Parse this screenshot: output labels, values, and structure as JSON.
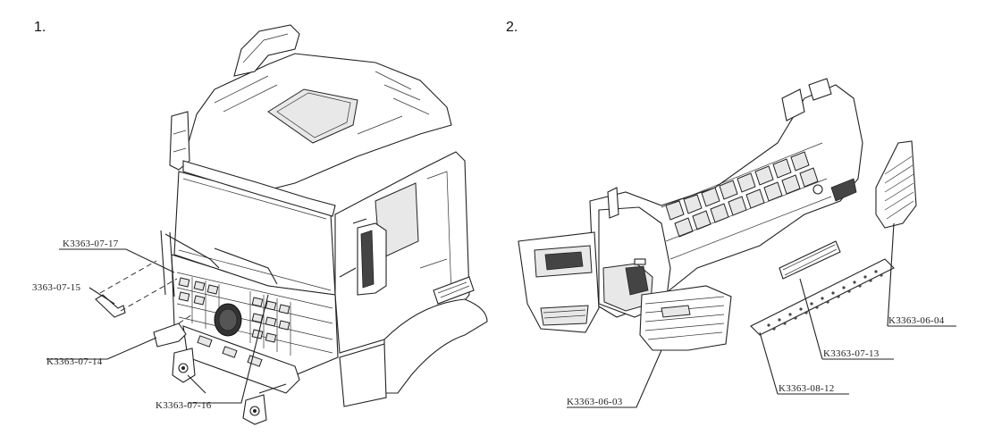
{
  "panels": [
    {
      "number": "1."
    },
    {
      "number": "2."
    }
  ],
  "callouts": {
    "k_07_17": "K3363-07-17",
    "k_07_15": "3363-07-15",
    "k_07_14": "K3363-07-14",
    "k_07_16": "K3363-07-16",
    "k_06_04": "K3363-06-04",
    "k_07_13": "K3363-07-13",
    "k_06_03": "K3363-06-03",
    "k_08_12": "K3363-08-12"
  }
}
